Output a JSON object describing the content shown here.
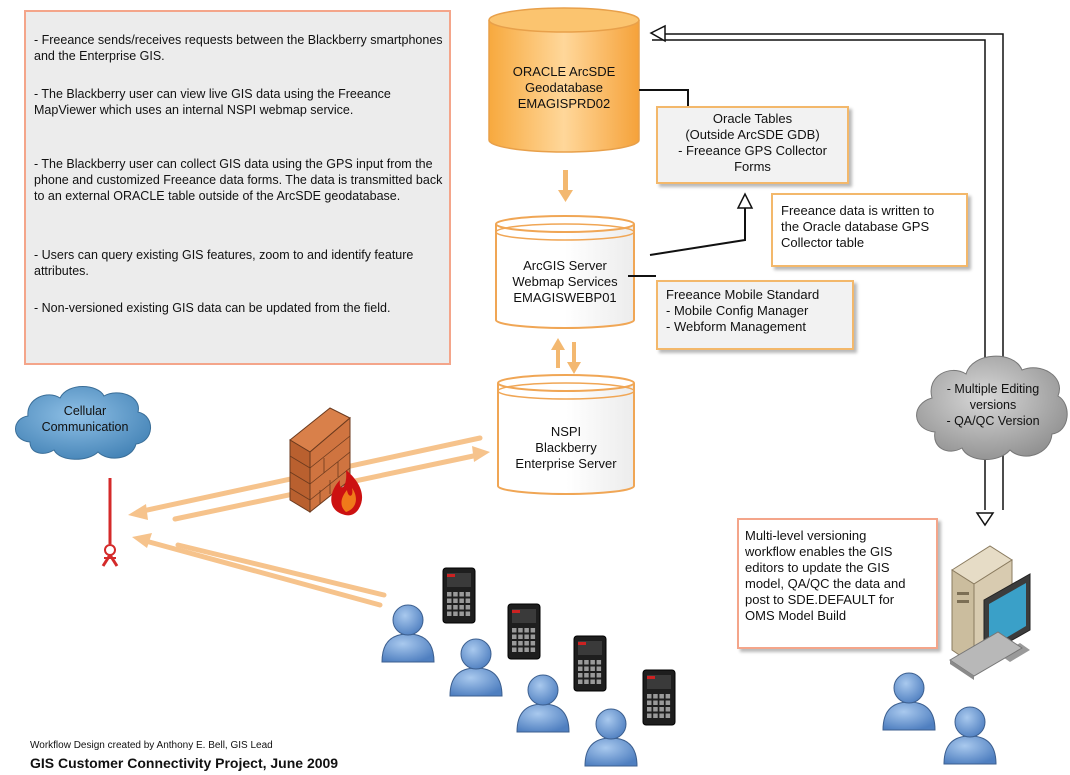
{
  "notes": [
    "- Freeance sends/receives requests between the Blackberry smartphones and the Enterprise GIS.",
    "- The Blackberry user can view live GIS data using the Freeance MapViewer which uses an internal NSPI webmap service.",
    "- The Blackberry user can collect GIS data using the GPS input from the phone and customized Freeance data forms. The data is transmitted back to an external ORACLE table outside of the ArcSDE geodatabase.",
    "- Users can query existing GIS features, zoom to and identify feature attributes.",
    "- Non-versioned existing GIS data can be updated from the field."
  ],
  "oracle_db": {
    "line1": "ORACLE ArcSDE",
    "line2": "Geodatabase",
    "line3": "EMAGISPRD02"
  },
  "oracle_tables": {
    "line1": "Oracle Tables",
    "line2": "(Outside ArcSDE GDB)",
    "line3": "- Freeance GPS Collector",
    "line4": "Forms"
  },
  "freeance_note": {
    "line1": "Freeance data is written to",
    "line2": "the Oracle database GPS",
    "line3": "Collector table"
  },
  "arcgis_server": {
    "line1": "ArcGIS Server",
    "line2": "Webmap Services",
    "line3": "EMAGISWEBP01"
  },
  "mobile_standard": {
    "line1": "Freeance Mobile Standard",
    "line2": "- Mobile Config Manager",
    "line3": "- Webform Management"
  },
  "nspi_server": {
    "line1": "NSPI",
    "line2": "Blackberry",
    "line3": "Enterprise Server"
  },
  "cellular": {
    "line1": "Cellular",
    "line2": "Communication"
  },
  "versions_cloud": {
    "line1": "- Multiple Editing",
    "line2": "versions",
    "line3": "- QA/QC Version"
  },
  "versioning_note": {
    "line1": "Multi-level versioning",
    "line2": "workflow enables the GIS",
    "line3": "editors to update the GIS",
    "line4": "model, QA/QC the data and",
    "line5": "post to SDE.DEFAULT for",
    "line6": "OMS Model Build"
  },
  "footer": {
    "credit": "Workflow Design created by Anthony E. Bell, GIS Lead",
    "title": "GIS Customer Connectivity Project, June 2009"
  },
  "colors": {
    "orange": "#f7b24c",
    "box_border": "#f3b86b",
    "notes_border": "#f4a58a",
    "user_blue": "#6e9ed3",
    "cloud_blue": "#4f8fc0",
    "cloud_gray": "#9a9a9a",
    "antenna_red": "#d42a2a"
  },
  "icons": [
    "firewall-icon",
    "antenna-icon",
    "blackberry-phone-icon",
    "user-icon",
    "desktop-computer-icon",
    "cloud-icon",
    "database-cylinder-icon"
  ]
}
